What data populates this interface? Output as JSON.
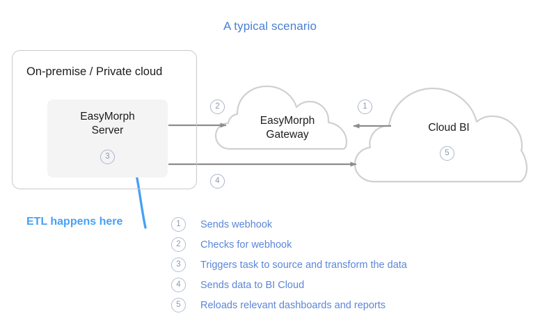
{
  "title": "A typical scenario",
  "containers": {
    "onpremise": {
      "label": "On-premise / Private cloud",
      "border_color": "#c9c9c9"
    },
    "server": {
      "label": "EasyMorph\nServer",
      "badge": "3",
      "fill_color": "#f4f4f5"
    }
  },
  "clouds": [
    {
      "name": "gateway",
      "label": "EasyMorph\nGateway",
      "stroke_color": "#d0d0d0"
    },
    {
      "name": "cloud-bi",
      "label": "Cloud BI",
      "badge": "5",
      "stroke_color": "#d0d0d0"
    }
  ],
  "arrows": {
    "server_to_gateway_badge": "2",
    "cloudbi_to_gateway_badge": "1",
    "server_to_cloudbi_badge": "4",
    "color": "#8c8c8c"
  },
  "annotation": {
    "label": "ETL happens here",
    "color": "#48a0f5"
  },
  "legend": {
    "items": [
      {
        "number": "1",
        "text": "Sends webhook"
      },
      {
        "number": "2",
        "text": "Checks for webhook"
      },
      {
        "number": "3",
        "text": "Triggers task to source and transform the data"
      },
      {
        "number": "4",
        "text": "Sends data to BI Cloud"
      },
      {
        "number": "5",
        "text": "Reloads relevant dashboards and reports"
      }
    ],
    "text_color": "#5b86d8",
    "badge_color": "#8d97ab"
  },
  "colors": {
    "title_blue": "#4a7fd4",
    "accent_blue": "#48a0f5",
    "gray_stroke": "#d0d0d0",
    "arrow_gray": "#8c8c8c",
    "text_dark": "#1b1b1b"
  }
}
